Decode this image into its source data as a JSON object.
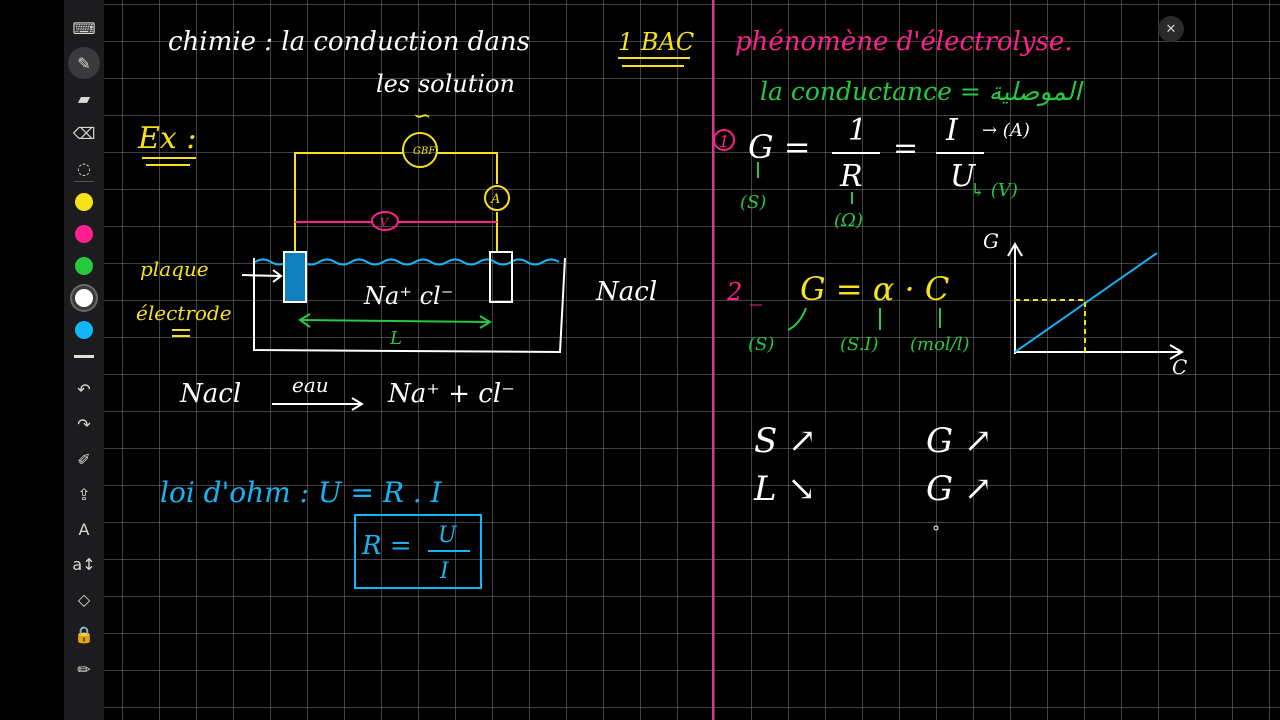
{
  "toolbar": {
    "tools": [
      {
        "name": "keyboard-icon",
        "glyph": "⌨",
        "selected": false
      },
      {
        "name": "pen-icon",
        "glyph": "✎",
        "selected": true
      },
      {
        "name": "highlighter-icon",
        "glyph": "▰",
        "selected": false
      },
      {
        "name": "eraser-icon",
        "glyph": "⌫",
        "selected": false
      },
      {
        "name": "lasso-icon",
        "glyph": "◌",
        "selected": false
      }
    ],
    "colors": [
      "#f7e11b",
      "#ff1f8e",
      "#27c93f",
      "#ffffff",
      "#12b5f5"
    ],
    "selected_color": "#ffffff",
    "bottom_tools": [
      {
        "name": "undo-icon",
        "glyph": "↶"
      },
      {
        "name": "redo-icon",
        "glyph": "↷"
      },
      {
        "name": "shape-icon",
        "glyph": "✐"
      },
      {
        "name": "text-tool-icon",
        "glyph": "⇪"
      },
      {
        "name": "ai-icon",
        "glyph": "A"
      },
      {
        "name": "text-icon",
        "glyph": "a↕"
      },
      {
        "name": "shapes-icon",
        "glyph": "◇"
      },
      {
        "name": "lock-icon",
        "glyph": "🔒"
      },
      {
        "name": "laser-icon",
        "glyph": "✏"
      }
    ]
  },
  "notes": {
    "header": "chimie : la conduction dans",
    "header_level": "1 BAC",
    "header_line2": "les solution",
    "ex_label": "Ex :",
    "gbf": "GBF",
    "gbf_symbol": "∽",
    "ammeter": "A",
    "voltmeter": "V",
    "ions": "Na⁺ cl⁻",
    "nacl_side": "Nacl",
    "plaque": "plaque",
    "electrode": "électrode",
    "length_label": "L",
    "dissolution_left": "Nacl",
    "dissolution_solvent": "eau",
    "dissolution_right": "Na⁺ + cl⁻",
    "ohm_law": "loi d'ohm :  U = R . I",
    "ohm_box_R": "R =",
    "ohm_box_U": "U",
    "ohm_box_I": "I",
    "right_title": "phénomène d'électrolyse.",
    "conductance": "la conductance  =  الموصلية",
    "eq1_number": "1",
    "eq1_G": "G =",
    "eq1_one": "1",
    "eq1_R": "R",
    "eq1_equal": "=",
    "eq1_I": "I",
    "eq1_U": "U",
    "eq1_unit_A": "→ (A)",
    "eq1_unit_V": "↳ (V)",
    "eq1_unit_S": "(S)",
    "eq1_unit_ohm": "(Ω)",
    "eq2_number": "2 _",
    "eq2_formula": "G = α · C",
    "eq2_unit_S": "(S)",
    "eq2_unit_SI": "(S.I)",
    "eq2_unit_mol": "(mol/l)",
    "graph_y": "G",
    "graph_x": "C",
    "rel1": "S ↗",
    "rel2": "L ↘",
    "rel3": "G ↗",
    "rel4": "G ↗"
  }
}
